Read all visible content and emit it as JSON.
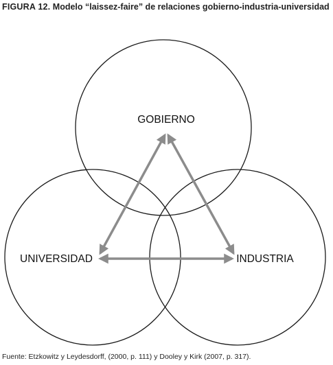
{
  "figure": {
    "number_label": "FIGURA 12.",
    "title": "Modelo “laissez-faire” de relaciones gobierno-industria-universidad"
  },
  "diagram": {
    "nodes": [
      {
        "id": "gobierno",
        "label": "GOBIERNO"
      },
      {
        "id": "universidad",
        "label": "UNIVERSIDAD"
      },
      {
        "id": "industria",
        "label": "INDUSTRIA"
      }
    ],
    "edges": [
      {
        "from": "gobierno",
        "to": "universidad",
        "bidirectional": true
      },
      {
        "from": "gobierno",
        "to": "industria",
        "bidirectional": true
      },
      {
        "from": "universidad",
        "to": "industria",
        "bidirectional": true
      }
    ],
    "colors": {
      "circle_stroke": "#1a1a1a",
      "arrow": "#8c8c8c",
      "text": "#111111"
    }
  },
  "source": "Fuente: Etzkowitz y Leydesdorff, (2000, p. 111) y Dooley y Kirk (2007, p. 317)."
}
